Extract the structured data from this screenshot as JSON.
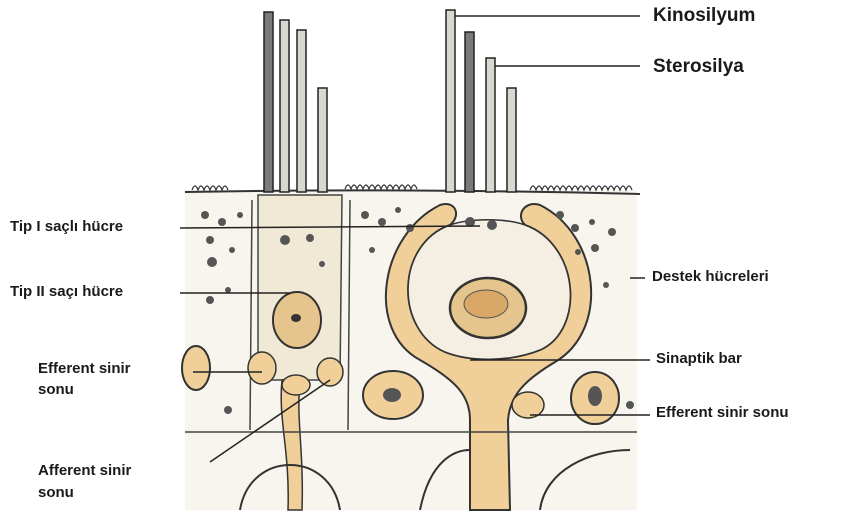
{
  "labels": {
    "kinosilyum": "Kinosilyum",
    "sterosilya": "Sterosilya",
    "tip1": "Tip I saçlı hücre",
    "tip2": "Tip II saçı hücre",
    "efferent_left_1": "Efferent sinir",
    "efferent_left_2": "sonu",
    "afferent_1": "Afferent sinir",
    "afferent_2": "sonu",
    "destek": "Destek hücreleri",
    "sinaptik": "Sinaptik bar",
    "efferent_right": "Efferent sinir sonu"
  },
  "colors": {
    "tan": "#f0cf98",
    "tan_dark": "#d9a866",
    "ink": "#2a2a2a",
    "cell": "#f4efe2"
  }
}
